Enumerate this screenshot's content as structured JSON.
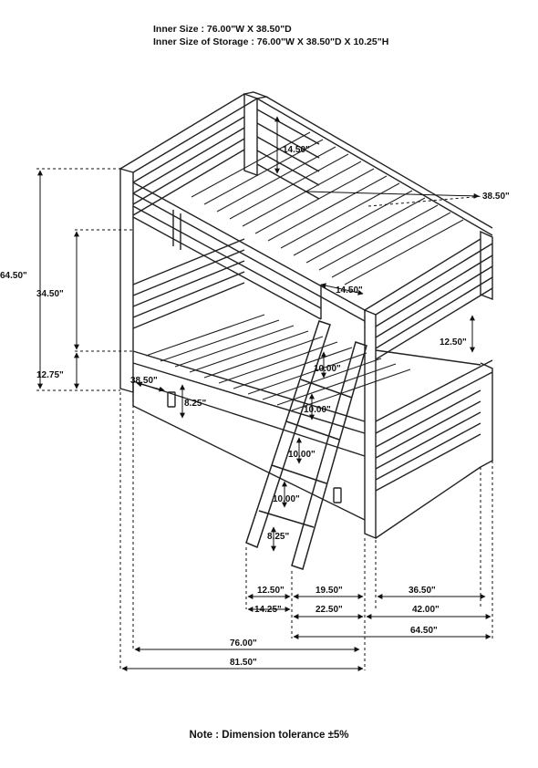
{
  "header": {
    "inner_size": "Inner Size : 76.00\"W X  38.50\"D",
    "inner_size_storage": "Inner Size of Storage : 76.00\"W X 38.50\"D X 10.25\"H"
  },
  "dimensions": {
    "total_height": "64.50\"",
    "lower_to_upper": "34.50\"",
    "lower_clearance": "12.75\"",
    "upper_guardrail": "14.50\"",
    "upper_depth": "38.50\"",
    "upper_end_rail": "14.50\"",
    "lower_headboard": "12.50\"",
    "storage_depth": "38.50\"",
    "storage_height": "8.25\"",
    "rung_1": "10.00\"",
    "rung_2": "10.00\"",
    "rung_3": "10.00\"",
    "rung_4": "10.00\"",
    "ladder_bottom": "8.25\"",
    "ladder_depth_top": "12.50\"",
    "ladder_depth_base": "14.25\"",
    "ladder_width_top": "19.50\"",
    "ladder_width_base": "22.50\"",
    "end_width_inner": "36.50\"",
    "end_width_outer": "42.00\"",
    "end_width_total": "64.50\"",
    "inner_length": "76.00\"",
    "overall_length": "81.50\""
  },
  "footer": {
    "note": "Note : Dimension tolerance ±5%"
  }
}
